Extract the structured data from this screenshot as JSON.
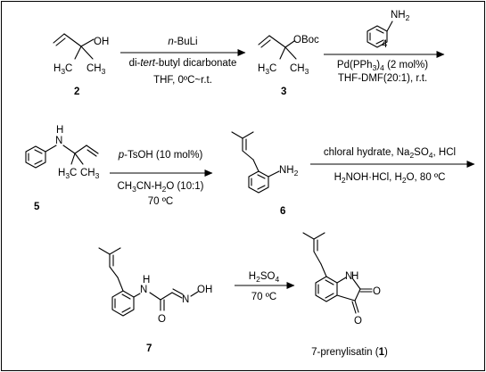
{
  "compounds": {
    "c2": "2",
    "c3": "3",
    "c5": "5",
    "c6": "6",
    "c7": "7",
    "product_name": "7-prenylisatin (",
    "product_number": "1",
    "product_close": ")"
  },
  "atoms": {
    "oh": "OH",
    "h3c": "H",
    "h3c_sub": "3",
    "h3c_c": "C",
    "ch3": "CH",
    "ch3_sub": "3",
    "oboc": "OBoc",
    "nh2_n": "NH",
    "nh2_sub": "2",
    "n": "N",
    "h": "H",
    "o": "O",
    "n_oxime": "N",
    "oh_oxime": "OH"
  },
  "step1": {
    "reagent_prefix": "n",
    "reagent_suffix": "-BuLi",
    "reagent2_a": "di-",
    "reagent2_b": "tert",
    "reagent2_c": "-butyl dicarbonate",
    "conditions": "THF, 0ºC~r.t."
  },
  "step2": {
    "reagent_number": "4",
    "catalyst_a": "Pd(PPh",
    "catalyst_sub": "3",
    "catalyst_b": ")",
    "catalyst_sub2": "4",
    "catalyst_c": " (2 mol%)",
    "conditions": "THF-DMF(20:1), r.t."
  },
  "step3": {
    "reagent_a": "p",
    "reagent_b": "-TsOH (10 mol%)",
    "solvent_a": "CH",
    "solvent_sub": "3",
    "solvent_b": "CN-H",
    "solvent_sub2": "2",
    "solvent_c": "O (10:1)",
    "temperature": "70 ºC"
  },
  "step4": {
    "reagents_a": "chloral hydrate, Na",
    "reagents_sub": "2",
    "reagents_b": "SO",
    "reagents_sub2": "4",
    "reagents_c": ", HCl",
    "reagents2_a": "H",
    "reagents2_sub": "2",
    "reagents2_b": "NOH·HCl, H",
    "reagents2_sub2": "2",
    "reagents2_c": "O, 80 ºC"
  },
  "step5": {
    "reagent_a": "H",
    "reagent_sub": "2",
    "reagent_b": "SO",
    "reagent_sub2": "4",
    "temperature": "70 ºC"
  }
}
